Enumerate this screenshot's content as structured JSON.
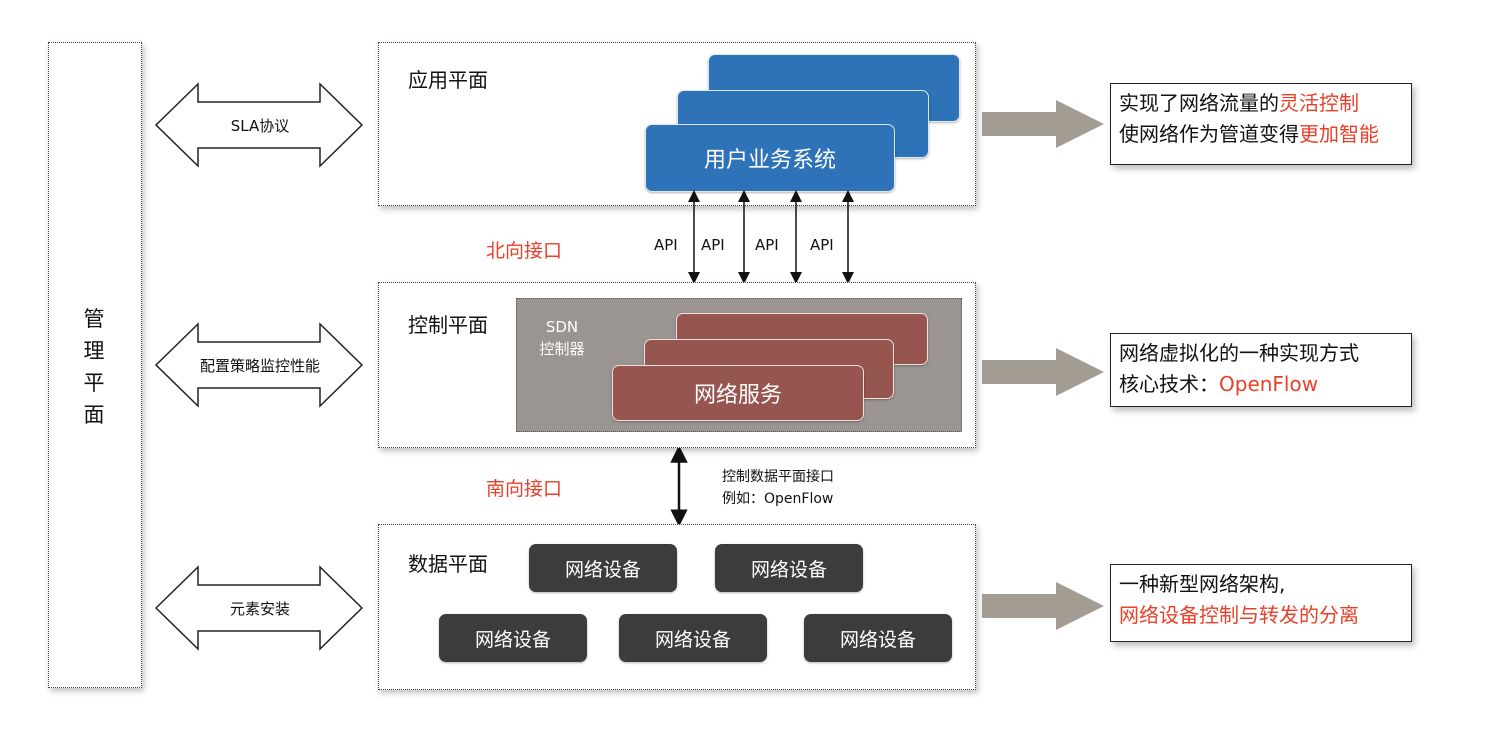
{
  "management": {
    "label": "管\n理\n平\n面"
  },
  "planes": {
    "application": {
      "label": "应用平面",
      "card": "用户业务系统"
    },
    "control": {
      "label": "控制平面",
      "sdn_label": "SDN\n控制器",
      "card": "网络服务"
    },
    "data": {
      "label": "数据平面",
      "devices": [
        "网络设备",
        "网络设备",
        "网络设备",
        "网络设备",
        "网络设备"
      ]
    }
  },
  "left_arrows": [
    "SLA协议",
    "配置策略监控性能",
    "元素安装"
  ],
  "northbound": {
    "label": "北向接口",
    "apis": [
      "API",
      "API",
      "API",
      "API"
    ]
  },
  "southbound": {
    "label": "南向接口",
    "note": "控制数据平面接口\n例如：OpenFlow"
  },
  "info": {
    "application": {
      "line1_plain": "实现了网络流量的",
      "line1_hl": "灵活控制",
      "line2_plain": "使网络作为管道变得",
      "line2_hl": "更加智能"
    },
    "control": {
      "line1_plain": "网络虚拟化的一种实现方式",
      "line2_plain": "核心技术：",
      "line2_hl": "OpenFlow"
    },
    "data": {
      "line1_plain": "一种新型网络架构,",
      "line2_hl": "网络设备控制与转发的分离"
    }
  },
  "colors": {
    "accent": "#e8402a",
    "app_card": "#2e72b8",
    "service_card": "#975550",
    "device": "#3c3c3c",
    "sdn_area": "#9a9590",
    "gray_arrow": "#a29c92"
  }
}
